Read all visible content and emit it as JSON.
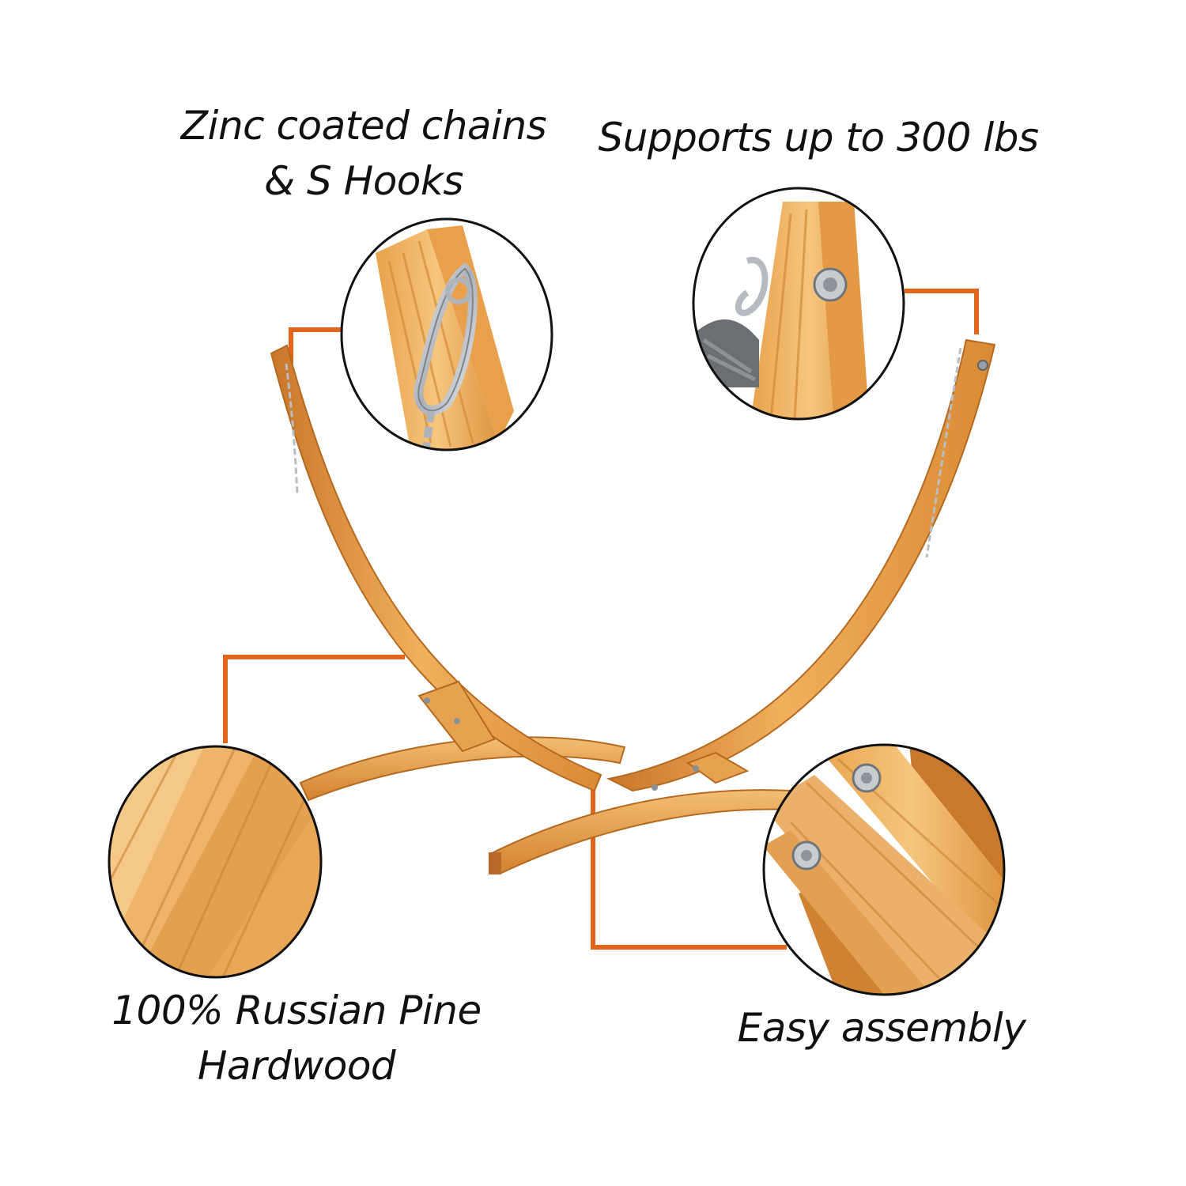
{
  "colors": {
    "background": "#ffffff",
    "callout_line": "#E1661B",
    "wood_light": "#F2B86A",
    "wood_mid": "#E29A45",
    "wood_dark": "#C9762A",
    "metal": "#C8CDD2",
    "text": "#111111"
  },
  "labels": {
    "chains": [
      "Zinc coated chains",
      "& S Hooks"
    ],
    "load": [
      "Supports up to 300 lbs"
    ],
    "wood": [
      "100% Russian Pine",
      "Hardwood"
    ],
    "assembly": [
      "Easy assembly"
    ]
  },
  "icons": [
    "carabiner-hook-icon",
    "bolt-washer-icon",
    "chain-icon"
  ]
}
